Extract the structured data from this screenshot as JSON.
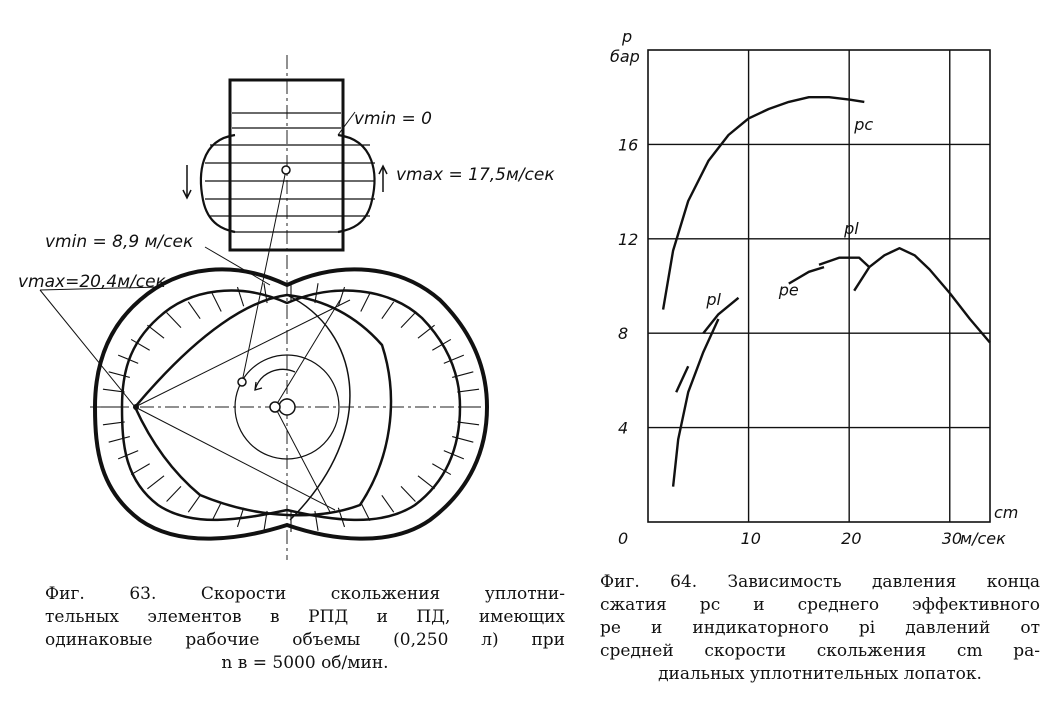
{
  "fig63": {
    "labels": {
      "vmin_top": "vmin = 0",
      "vmax_top": "vmax = 17,5м/сек",
      "vmin_mid": "vmin = 8,9 м/сек",
      "vmax_left": "vmax=20,4м/сек"
    },
    "caption_lines": [
      "Фиг. 63. Скорости  скольжения уплотни-",
      "тельных элементов в РПД и ПД, имеющих",
      "одинаковые рабочие объемы  (0,250 л) при",
      "n в = 5000  об/мин."
    ]
  },
  "fig64": {
    "caption_lines": [
      "Фиг. 64. Зависимость давления конца",
      "сжатия pc и среднего эффективного",
      "pe и индикаторного pi давлений от",
      "средней скорости скольжения cm ра-",
      "диальных уплотнительных лопаток."
    ]
  },
  "chart_data": {
    "type": "line",
    "ylabel_symbol": "p",
    "ylabel_unit": "бар",
    "xlabel_symbol": "cm",
    "xlabel_unit": "м/сек",
    "x_ticks": [
      "10",
      "20",
      "30"
    ],
    "y_ticks": [
      "4",
      "8",
      "12",
      "16"
    ],
    "origin_label": "0",
    "xlim": [
      0,
      34
    ],
    "ylim": [
      0,
      20
    ],
    "grid": true,
    "series": [
      {
        "name": "pc",
        "label": "pc",
        "segments": [
          [
            [
              1.5,
              9.0
            ],
            [
              2.5,
              11.5
            ],
            [
              4,
              13.6
            ],
            [
              6,
              15.3
            ],
            [
              8,
              16.4
            ],
            [
              10,
              17.1
            ],
            [
              12,
              17.5
            ],
            [
              14,
              17.8
            ],
            [
              16,
              18.0
            ],
            [
              18,
              18.0
            ],
            [
              20,
              17.9
            ],
            [
              21.5,
              17.8
            ]
          ]
        ]
      },
      {
        "name": "pl",
        "label": "pl",
        "segments": [
          [
            [
              2.5,
              1.5
            ],
            [
              3,
              3.5
            ],
            [
              4,
              5.5
            ],
            [
              5.5,
              7.2
            ],
            [
              7,
              8.6
            ]
          ],
          [
            [
              20.5,
              9.8
            ],
            [
              22,
              10.8
            ],
            [
              23.5,
              11.3
            ],
            [
              25,
              11.6
            ],
            [
              26.5,
              11.3
            ],
            [
              28,
              10.7
            ],
            [
              30,
              9.7
            ],
            [
              32,
              8.6
            ],
            [
              34,
              7.6
            ]
          ]
        ]
      },
      {
        "name": "pe",
        "label": "pe",
        "segments": [
          [
            [
              2.8,
              5.5
            ],
            [
              4,
              6.6
            ]
          ],
          [
            [
              5.5,
              8.0
            ],
            [
              7,
              8.8
            ],
            [
              9,
              9.5
            ]
          ],
          [
            [
              14,
              10.1
            ],
            [
              16,
              10.6
            ],
            [
              17.5,
              10.8
            ]
          ],
          [
            [
              17,
              10.9
            ],
            [
              19,
              11.2
            ],
            [
              21,
              11.2
            ],
            [
              22,
              10.8
            ]
          ]
        ]
      }
    ]
  }
}
